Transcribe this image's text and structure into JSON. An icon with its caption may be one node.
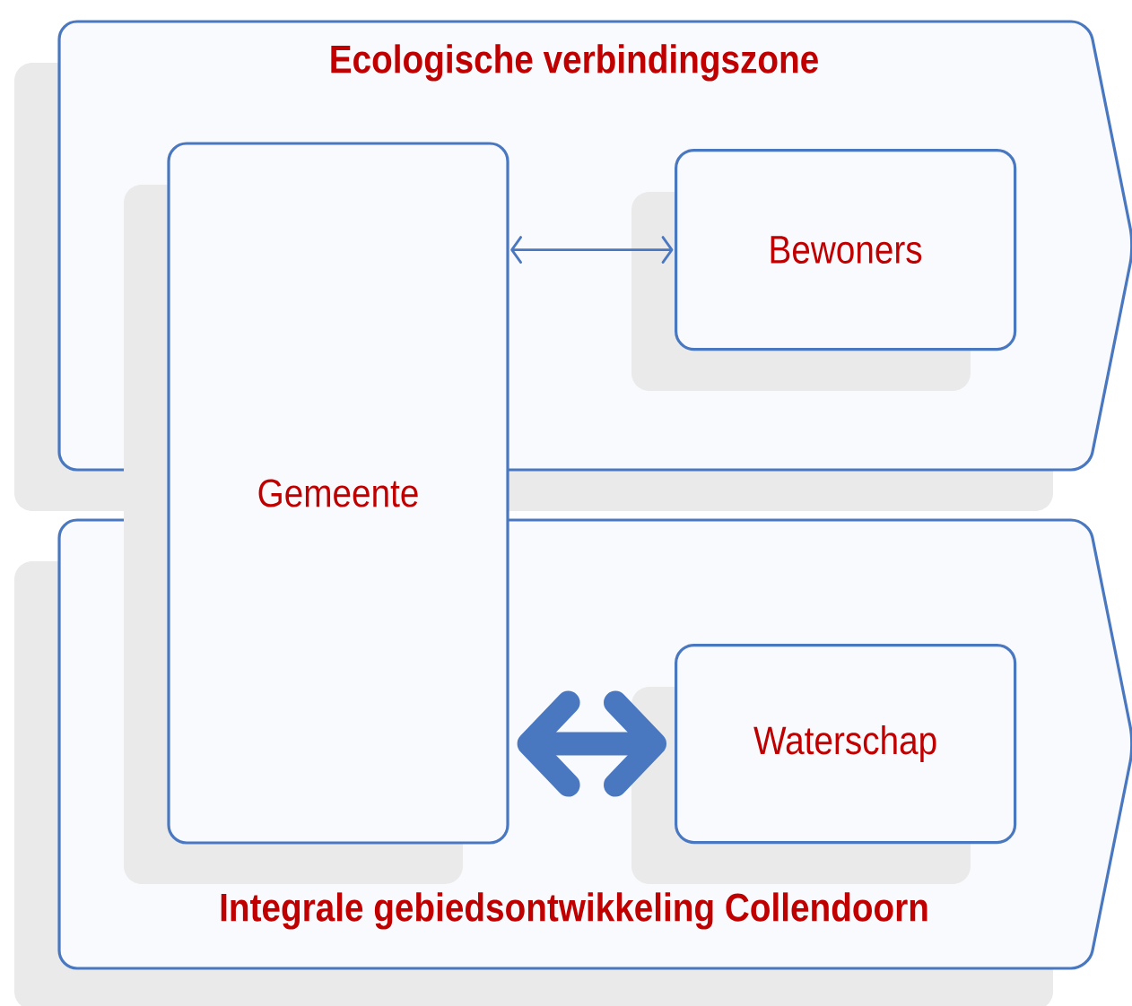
{
  "diagram": {
    "nodes": [
      {
        "text": [
          "Ecologische verbindingszone"
        ]
      },
      {
        "text": [
          "Integrale gebiedsontwikkeling Collendoorn"
        ]
      },
      {
        "text": [
          "Gemeente"
        ]
      },
      {
        "text": [
          "Bewoners"
        ],
        "in": 0
      },
      {
        "text": [
          "Waterschap"
        ],
        "in": 1
      }
    ],
    "edges": [
      {
        "from": 2,
        "to": 3,
        "arrow": "both"
      },
      {
        "from": 2,
        "to": 4,
        "arrow": "both",
        "style": "thick"
      }
    ]
  }
}
